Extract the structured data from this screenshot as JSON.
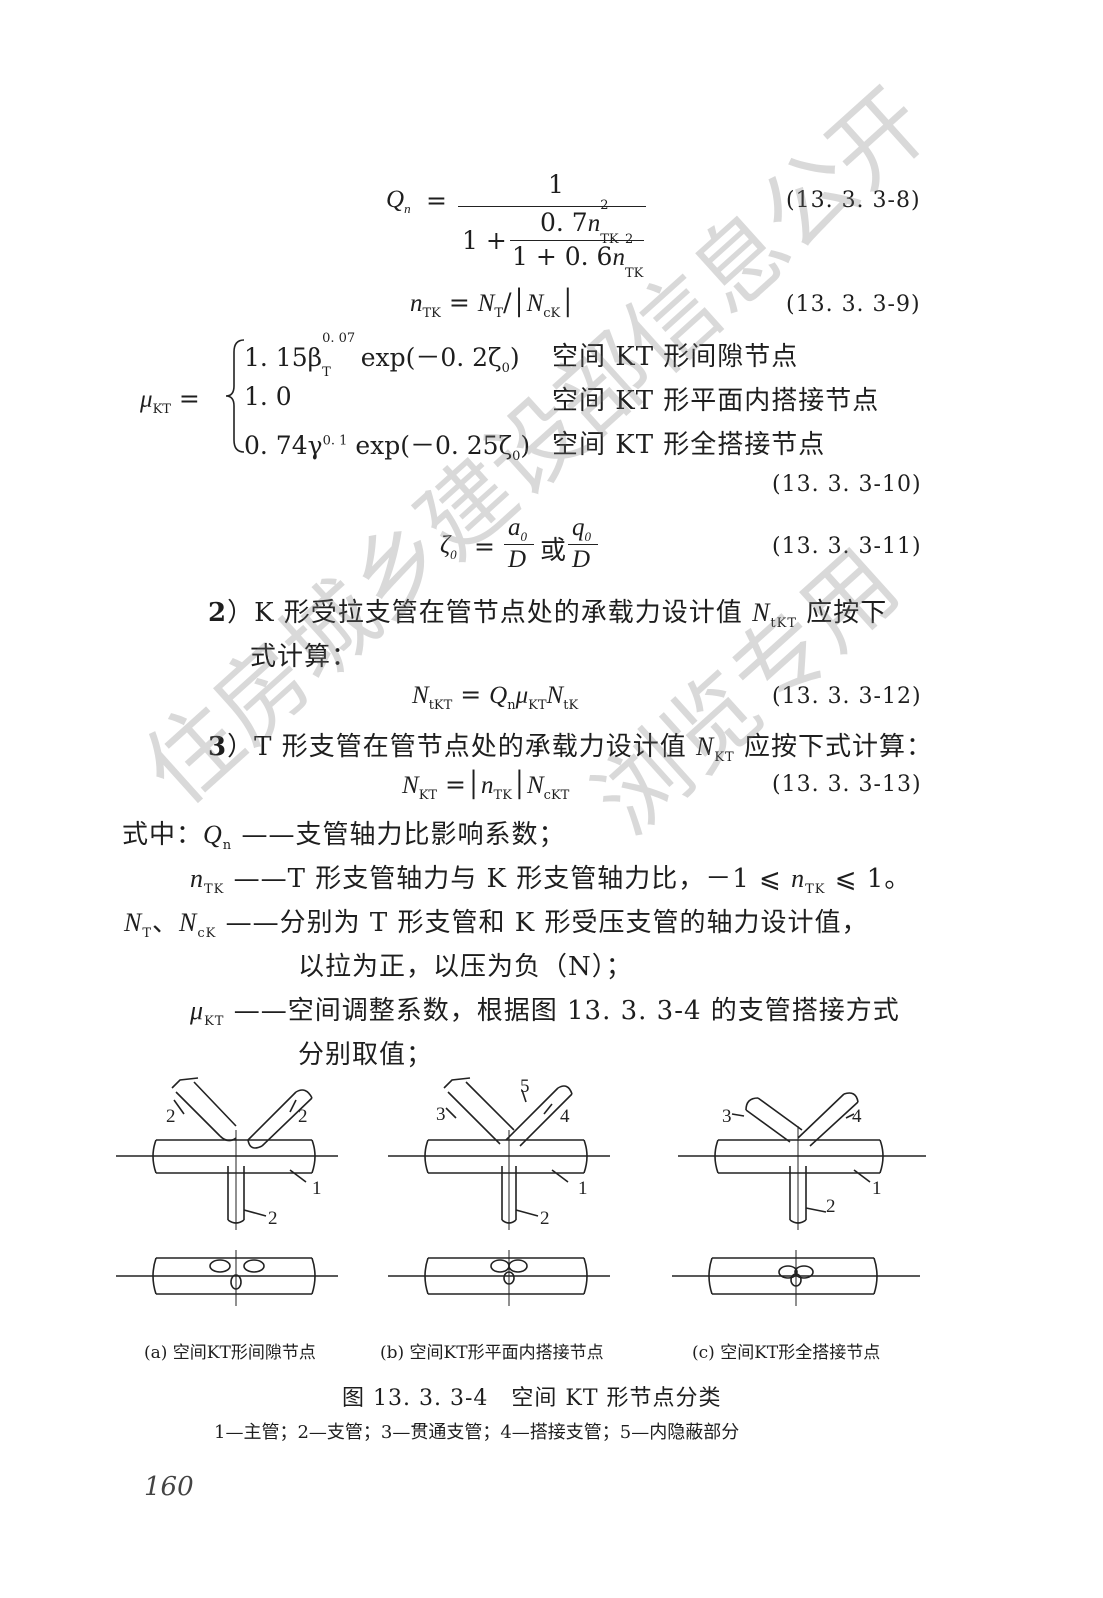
{
  "equations": {
    "eq8": {
      "lhs": "Q",
      "lhs_sub": "n",
      "numerator": "1",
      "denominator_prefix": "1 +",
      "inner_num": "0. 7",
      "inner_num_var": "n",
      "inner_num_sub": "TK",
      "inner_num_sup": "2",
      "inner_den": "1 + 0. 6",
      "inner_den_var": "n",
      "inner_den_sub": "TK",
      "inner_den_sup": "2",
      "number": "(13. 3. 3-8)"
    },
    "eq9": {
      "lhs_var": "n",
      "lhs_sub": "TK",
      "rhs_var1": "N",
      "rhs_sub1": "T",
      "rhs_var2": "N",
      "rhs_sub2": "cK",
      "number": "(13. 3. 3-9)"
    },
    "eq10": {
      "lhs_var": "μ",
      "lhs_sub": "KT",
      "case1_expr": "1. 15β",
      "case1_sub": "T",
      "case1_sup": "0. 07",
      "case1_tail": " exp(－0. 2ζ",
      "case1_tail_sub": "0",
      "case1_close": ")",
      "case1_text": "空间 KT 形间隙节点",
      "case2_expr": "1. 0",
      "case2_text": "空间 KT 形平面内搭接节点",
      "case3_expr": "0. 74γ",
      "case3_sup": "0. 1",
      "case3_tail": " exp(－0. 25ζ",
      "case3_tail_sub": "0",
      "case3_close": ")",
      "case3_text": "空间 KT 形全搭接节点",
      "number": "(13. 3. 3-10)"
    },
    "eq11": {
      "lhs": "ζ",
      "lhs_sub": "0",
      "frac1_num": "a",
      "frac1_num_sub": "0",
      "frac1_den": "D",
      "or": "或",
      "frac2_num": "q",
      "frac2_num_sub": "0",
      "frac2_den": "D",
      "number": "(13. 3. 3-11)"
    },
    "eq12": {
      "expr_var": "N",
      "expr_sub": "tKT",
      "q": "Q",
      "q_sub": "n",
      "mu": "μ",
      "mu_sub": "KT",
      "n": "N",
      "n_sub": "tK",
      "number": "(13. 3. 3-12)"
    },
    "eq13": {
      "expr_var": "N",
      "expr_sub": "KT",
      "n_var": "n",
      "n_sub": "TK",
      "n2": "N",
      "n2_sub": "cKT",
      "number": "(13. 3. 3-13)"
    }
  },
  "paragraphs": {
    "p2_num": "2",
    "p2_a": "）K 形受拉支管在管节点处的承载力设计值",
    "p2_var": "N",
    "p2_sub": "tKT",
    "p2_b": " 应按下",
    "p2_line2": "式计算：",
    "p3_num": "3",
    "p3_a": "）T 形支管在管节点处的承载力设计值",
    "p3_var": "N",
    "p3_sub": "KT",
    "p3_b": " 应按下式计算："
  },
  "definitions": {
    "intro": "式中：",
    "d1_sym": "Q",
    "d1_sub": "n",
    "d1_text": "——支管轴力比影响系数；",
    "d2_sym": "n",
    "d2_sub": "TK",
    "d2_text_a": "——T 形支管轴力与 K 形支管轴力比，－1 ⩽ ",
    "d2_text_var": "n",
    "d2_text_sub": "TK",
    "d2_text_b": " ⩽ 1。",
    "d3_sym1": "N",
    "d3_sub1": "T",
    "d3_sep": "、",
    "d3_sym2": "N",
    "d3_sub2": "cK",
    "d3_text": "——分别为 T 形支管和 K 形受压支管的轴力设计值，",
    "d3_line2": "以拉为正，以压为负（N）；",
    "d4_sym": "μ",
    "d4_sub": "KT",
    "d4_text": "——空间调整系数，根据图 13. 3. 3-4 的支管搭接方式",
    "d4_line2": "分别取值；"
  },
  "figure": {
    "sub_a": "(a) 空间KT形间隙节点",
    "sub_b": "(b) 空间KT形平面内搭接节点",
    "sub_c": "(c) 空间KT形全搭接节点",
    "title": "图 13. 3. 3-4　空间 KT 形节点分类",
    "legend": "1—主管；2—支管；3—贯通支管；4—搭接支管；5—内隐蔽部分",
    "labels_a": [
      "2",
      "2",
      "1",
      "2"
    ],
    "labels_b": [
      "5",
      "3",
      "4",
      "1",
      "2"
    ],
    "labels_c": [
      "3",
      "4",
      "1",
      "2"
    ]
  },
  "page_number": "160",
  "watermark": {
    "line1": "住房城乡建设部信息公开",
    "line2": "浏览专用"
  }
}
